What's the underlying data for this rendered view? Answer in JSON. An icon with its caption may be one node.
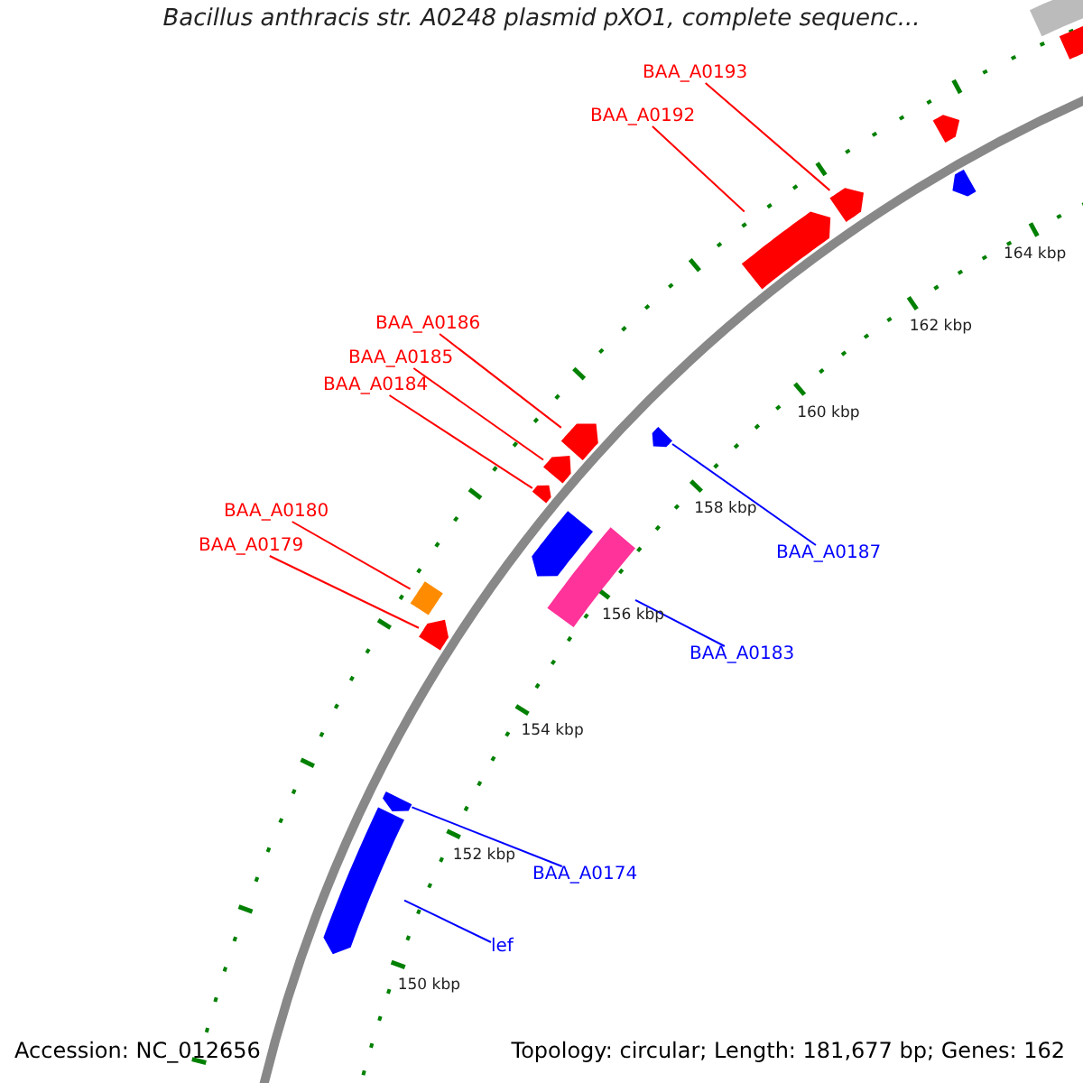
{
  "diagram": {
    "title": "Bacillus anthracis str. A0248 plasmid pXO1, complete sequenc...",
    "nodes": [
      {
        "text": [
          "BAA_A0193"
        ]
      },
      {
        "text": [],
        "shape": "arrow"
      },
      {
        "text": [
          "BAA_A0192"
        ]
      },
      {
        "text": [],
        "shape": "arrow"
      },
      {
        "text": [
          "BAA_A0186"
        ]
      },
      {
        "text": [],
        "shape": "arrow"
      },
      {
        "text": [
          "BAA_A0185"
        ]
      },
      {
        "text": [],
        "shape": "arrow"
      },
      {
        "text": [
          "BAA_A0184"
        ]
      },
      {
        "text": [],
        "shape": "arrow"
      },
      {
        "text": [
          "BAA_A0180"
        ]
      },
      {
        "text": [],
        "shape": "box"
      },
      {
        "text": [
          "BAA_A0179"
        ]
      },
      {
        "text": [],
        "shape": "arrow"
      },
      {
        "text": [
          "BAA_A0187"
        ]
      },
      {
        "text": [],
        "shape": "arrow"
      },
      {
        "text": [
          "BAA_A0183"
        ]
      },
      {
        "text": [],
        "shape": "box"
      },
      {
        "text": [
          "BAA_A0174"
        ]
      },
      {
        "text": [],
        "shape": "arrow"
      },
      {
        "text": [
          "lef"
        ]
      },
      {
        "text": [],
        "shape": "arrow"
      },
      {
        "text": [],
        "shape": "box"
      },
      {
        "text": [],
        "shape": "arrow"
      },
      {
        "text": [],
        "shape": "arrow"
      },
      {
        "text": [],
        "shape": "arrow"
      },
      {
        "text": [],
        "shape": "arrow"
      }
    ],
    "edges": [
      {
        "from": 0,
        "to": 1,
        "arrow": "none"
      },
      {
        "from": 2,
        "to": 3,
        "arrow": "none"
      },
      {
        "from": 4,
        "to": 5,
        "arrow": "none"
      },
      {
        "from": 6,
        "to": 7,
        "arrow": "none"
      },
      {
        "from": 8,
        "to": 9,
        "arrow": "none"
      },
      {
        "from": 10,
        "to": 11,
        "arrow": "none"
      },
      {
        "from": 12,
        "to": 13,
        "arrow": "none"
      },
      {
        "from": 14,
        "to": 15,
        "arrow": "none",
        "color": "#0000ff"
      },
      {
        "from": 16,
        "to": 17,
        "arrow": "none",
        "color": "#0000ff"
      },
      {
        "from": 18,
        "to": 19,
        "arrow": "none",
        "color": "#0000ff"
      },
      {
        "from": 20,
        "to": 21,
        "arrow": "none",
        "color": "#0000ff"
      }
    ],
    "labels": [
      "164 kbp",
      "162 kbp",
      "160 kbp",
      "158 kbp",
      "156 kbp",
      "154 kbp",
      "152 kbp",
      "150 kbp",
      "Accession: NC_012656",
      "Topology: circular; Length: 181,677 bp; Genes: 162"
    ]
  }
}
